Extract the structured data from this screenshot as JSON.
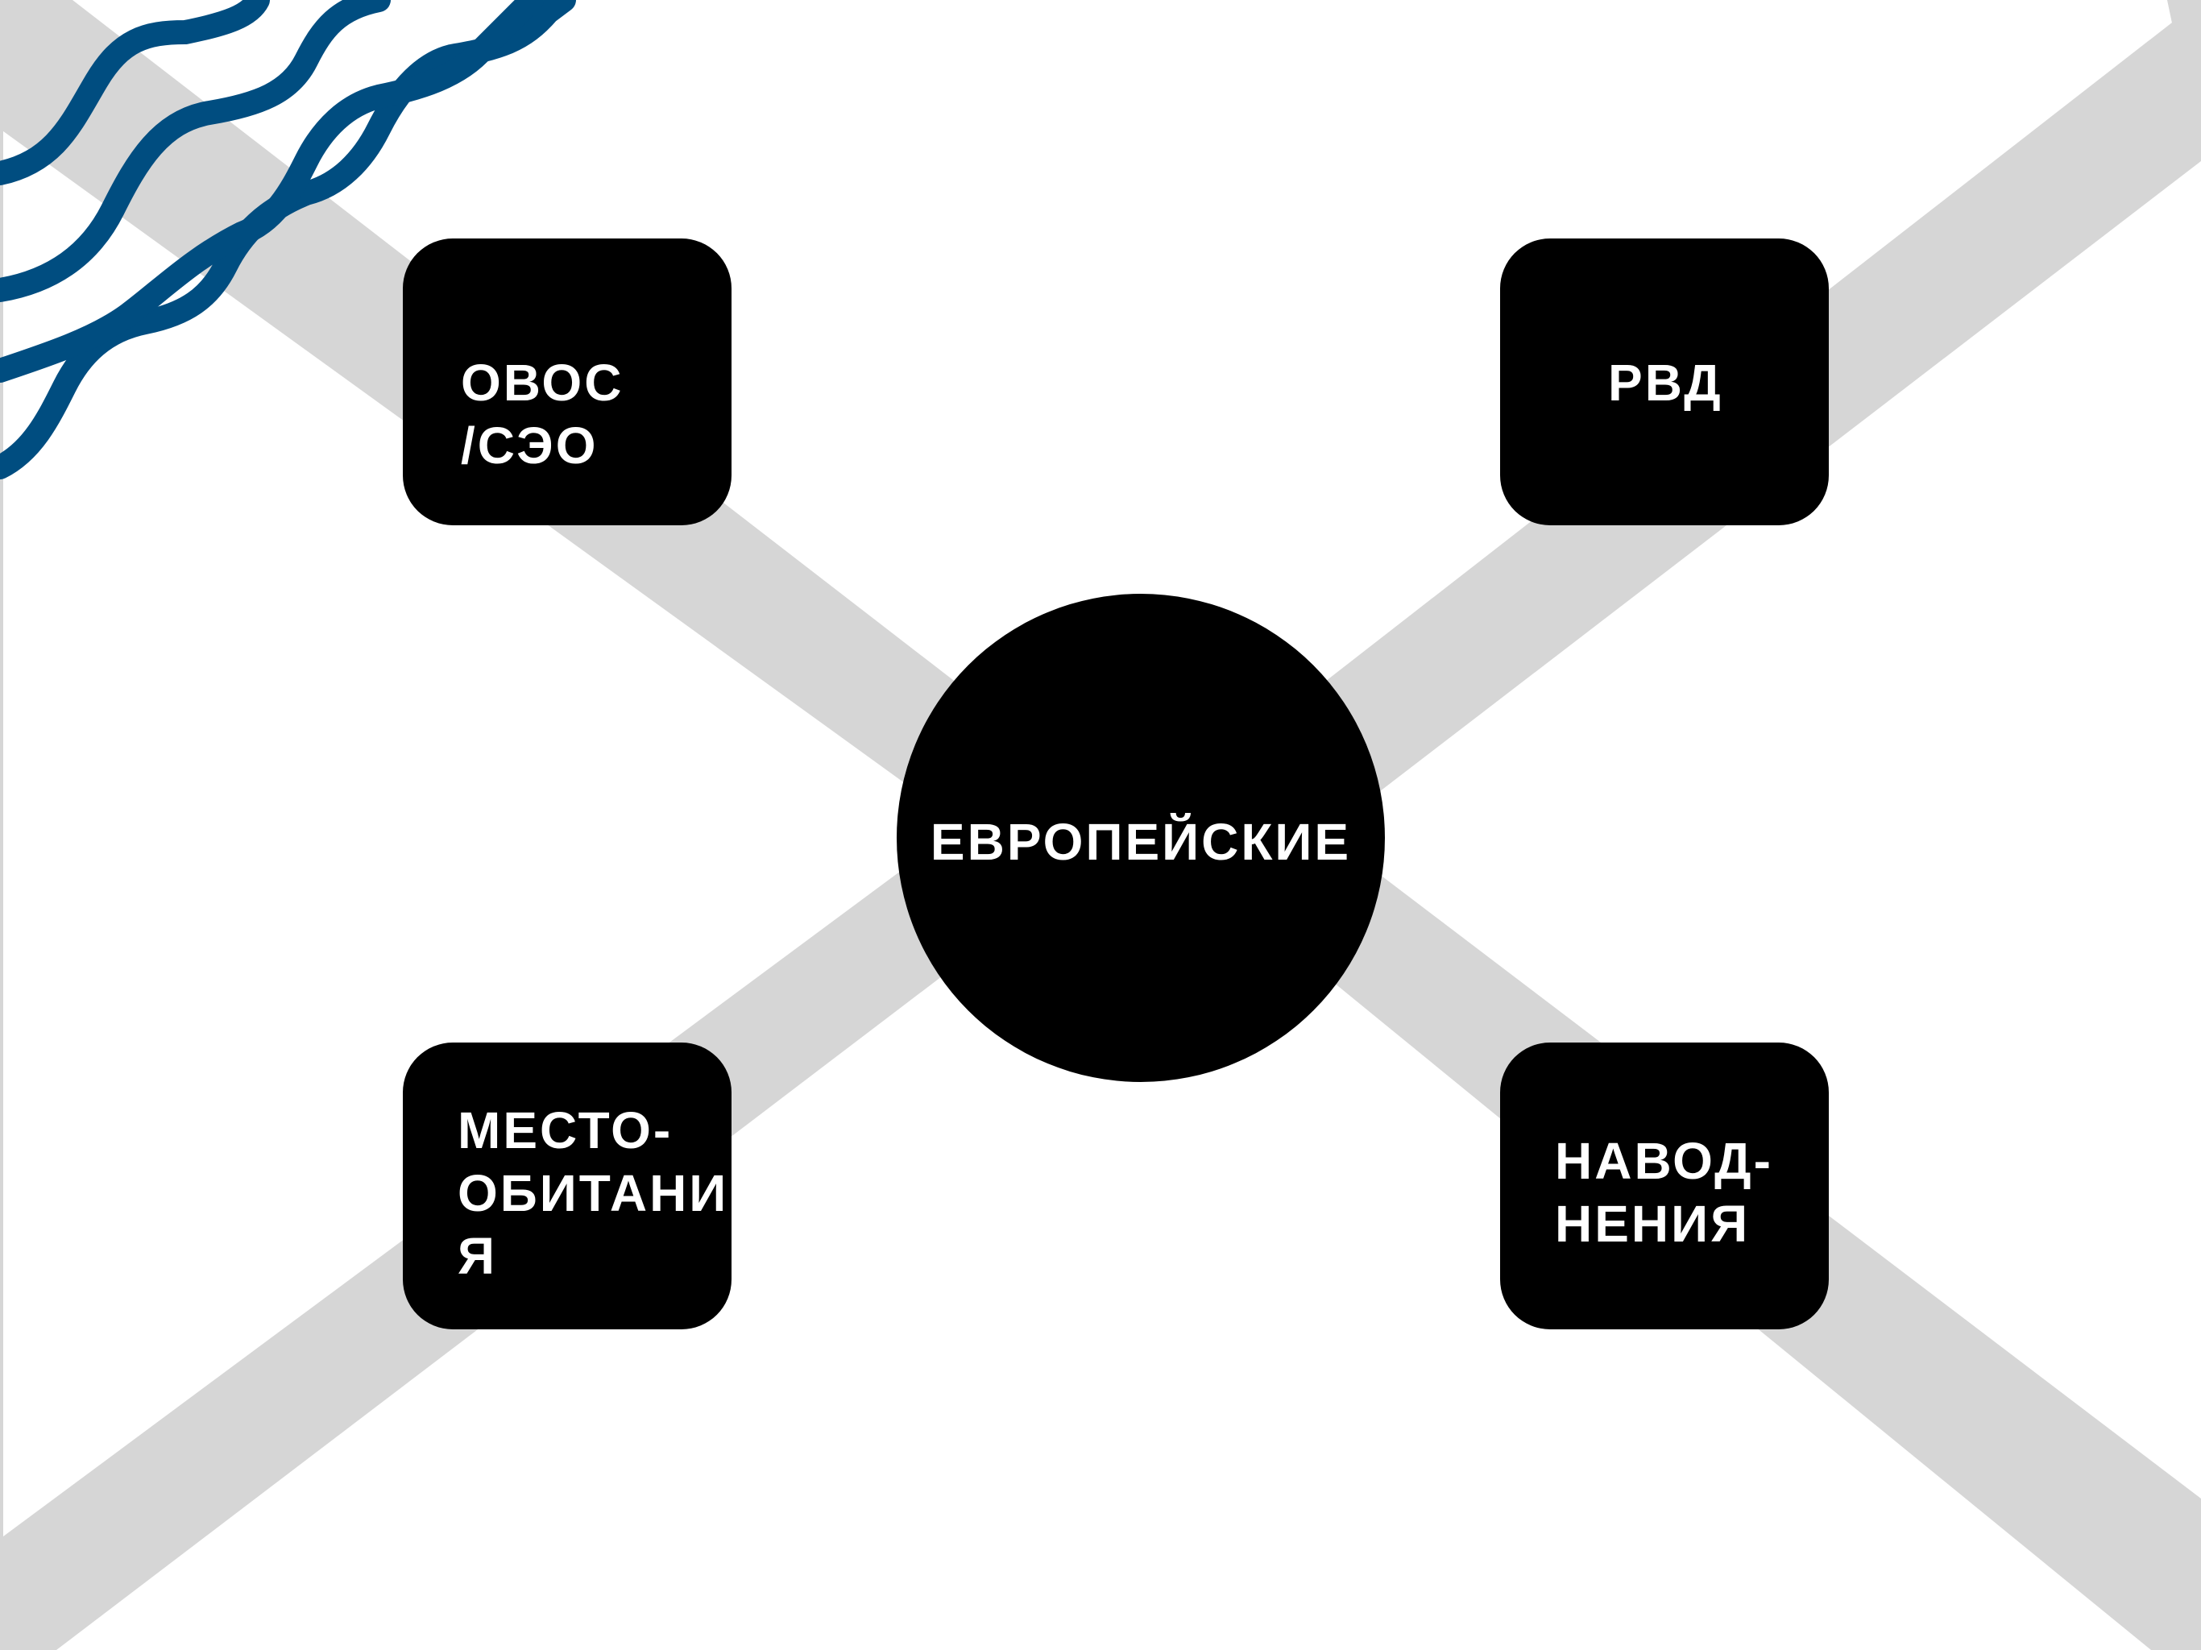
{
  "colors": {
    "background": "#ffffff",
    "connector": "#d6d6d6",
    "node_fill": "#000000",
    "node_text": "#ffffff",
    "wave_accent": "#004d80"
  },
  "decoration": {
    "corner_waves": "wave-lines-icon"
  },
  "diagram": {
    "center": {
      "label": "ЕВРОПЕЙСКИЕ"
    },
    "nodes": {
      "top_left": {
        "label": "ОВОС\n/СЭО"
      },
      "top_right": {
        "label": "РВД"
      },
      "bottom_left": {
        "label": "МЕСТО-\nОБИТАНИ\nЯ"
      },
      "bottom_right": {
        "label": "НАВОД-\nНЕНИЯ"
      }
    }
  }
}
